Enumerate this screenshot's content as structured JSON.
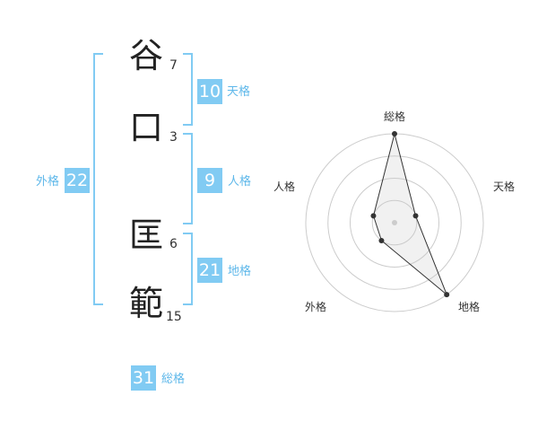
{
  "name": {
    "chars": [
      {
        "char": "谷",
        "strokes": "7"
      },
      {
        "char": "口",
        "strokes": "3"
      },
      {
        "char": "匡",
        "strokes": "6"
      },
      {
        "char": "範",
        "strokes": "15"
      }
    ]
  },
  "fortune": {
    "tenkaku": {
      "value": "10",
      "label": "天格"
    },
    "jinkaku": {
      "value": "9",
      "label": "人格"
    },
    "chikaku": {
      "value": "21",
      "label": "地格"
    },
    "gaikaku": {
      "value": "22",
      "label": "外格"
    },
    "soukaku": {
      "value": "31",
      "label": "総格"
    }
  },
  "colors": {
    "accent": "#81cbf3",
    "accent_text": "#5fb8ea"
  },
  "radar": {
    "axes": [
      "総格",
      "天格",
      "地格",
      "外格",
      "人格"
    ],
    "values": [
      4,
      1,
      4,
      1,
      1
    ],
    "max": 4,
    "rings": 4
  }
}
